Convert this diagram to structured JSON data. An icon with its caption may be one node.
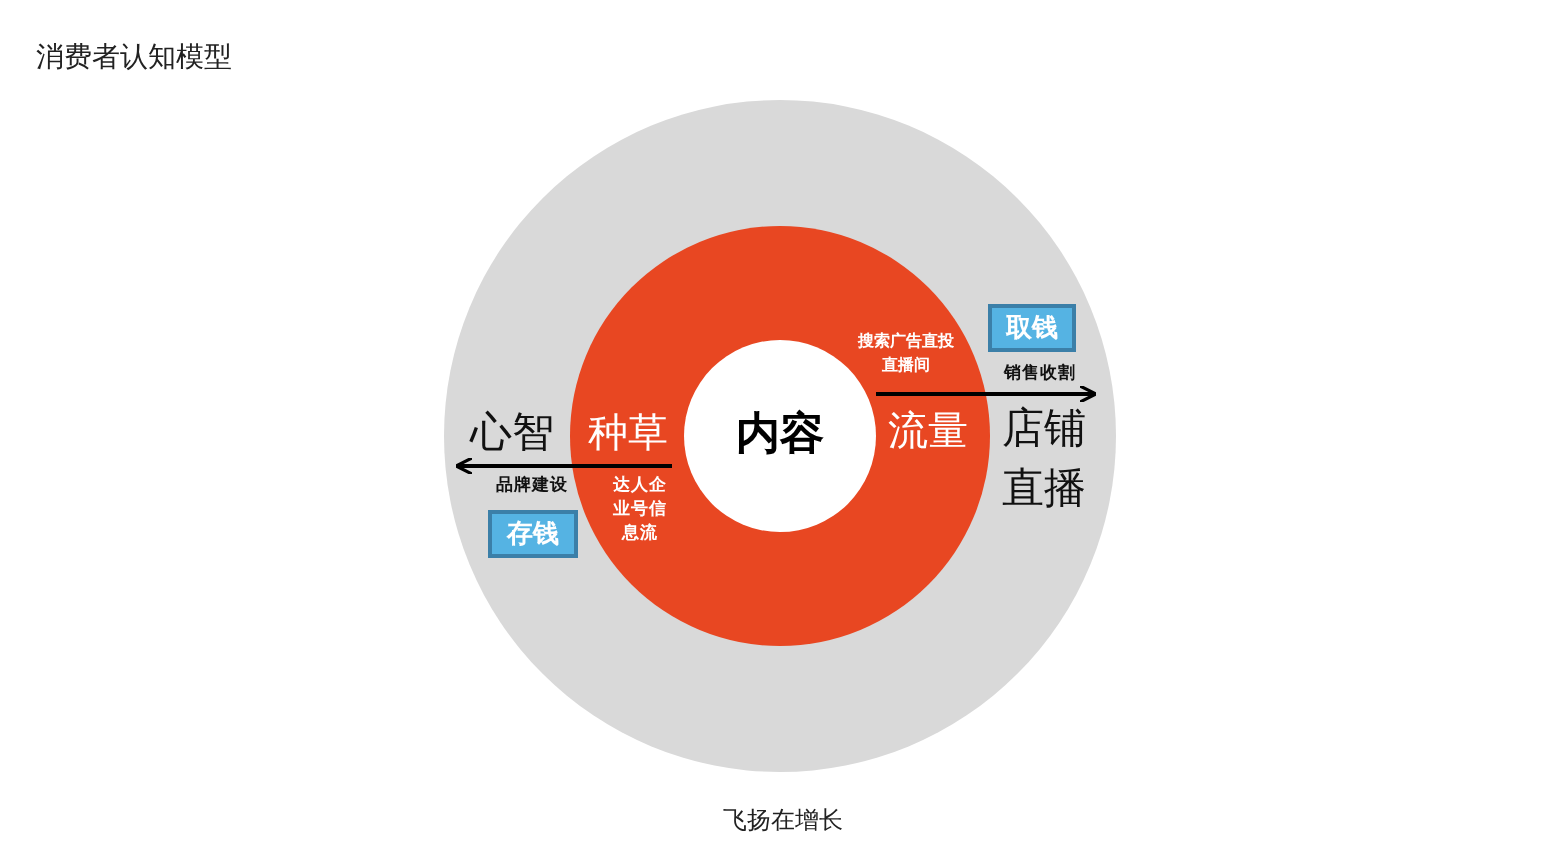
{
  "diagram": {
    "title": "消费者认知模型",
    "caption": "飞扬在增长",
    "nodes": [
      {
        "text": [],
        "shape": "circle"
      },
      {
        "text": [],
        "shape": "circle",
        "in": 0
      },
      {
        "text": [
          "内容"
        ],
        "in": 1
      },
      {
        "text": [
          "种草"
        ],
        "in": 1
      },
      {
        "text": [
          "流量"
        ],
        "in": 1
      },
      {
        "text": [
          "心智"
        ],
        "in": 0
      },
      {
        "text": [
          "店铺直播"
        ],
        "in": 0
      },
      {
        "text": [
          "取钱"
        ],
        "in": 0
      },
      {
        "text": [
          "存钱"
        ],
        "in": 0
      }
    ],
    "edges": [
      {
        "from": 3,
        "to": 5,
        "arrow": "to",
        "label": "品牌建设"
      },
      {
        "from": 4,
        "to": 6,
        "arrow": "to",
        "label": "销售收割"
      }
    ],
    "labels": [
      "搜索广告直投直播间",
      "达人企业号信息流"
    ]
  }
}
